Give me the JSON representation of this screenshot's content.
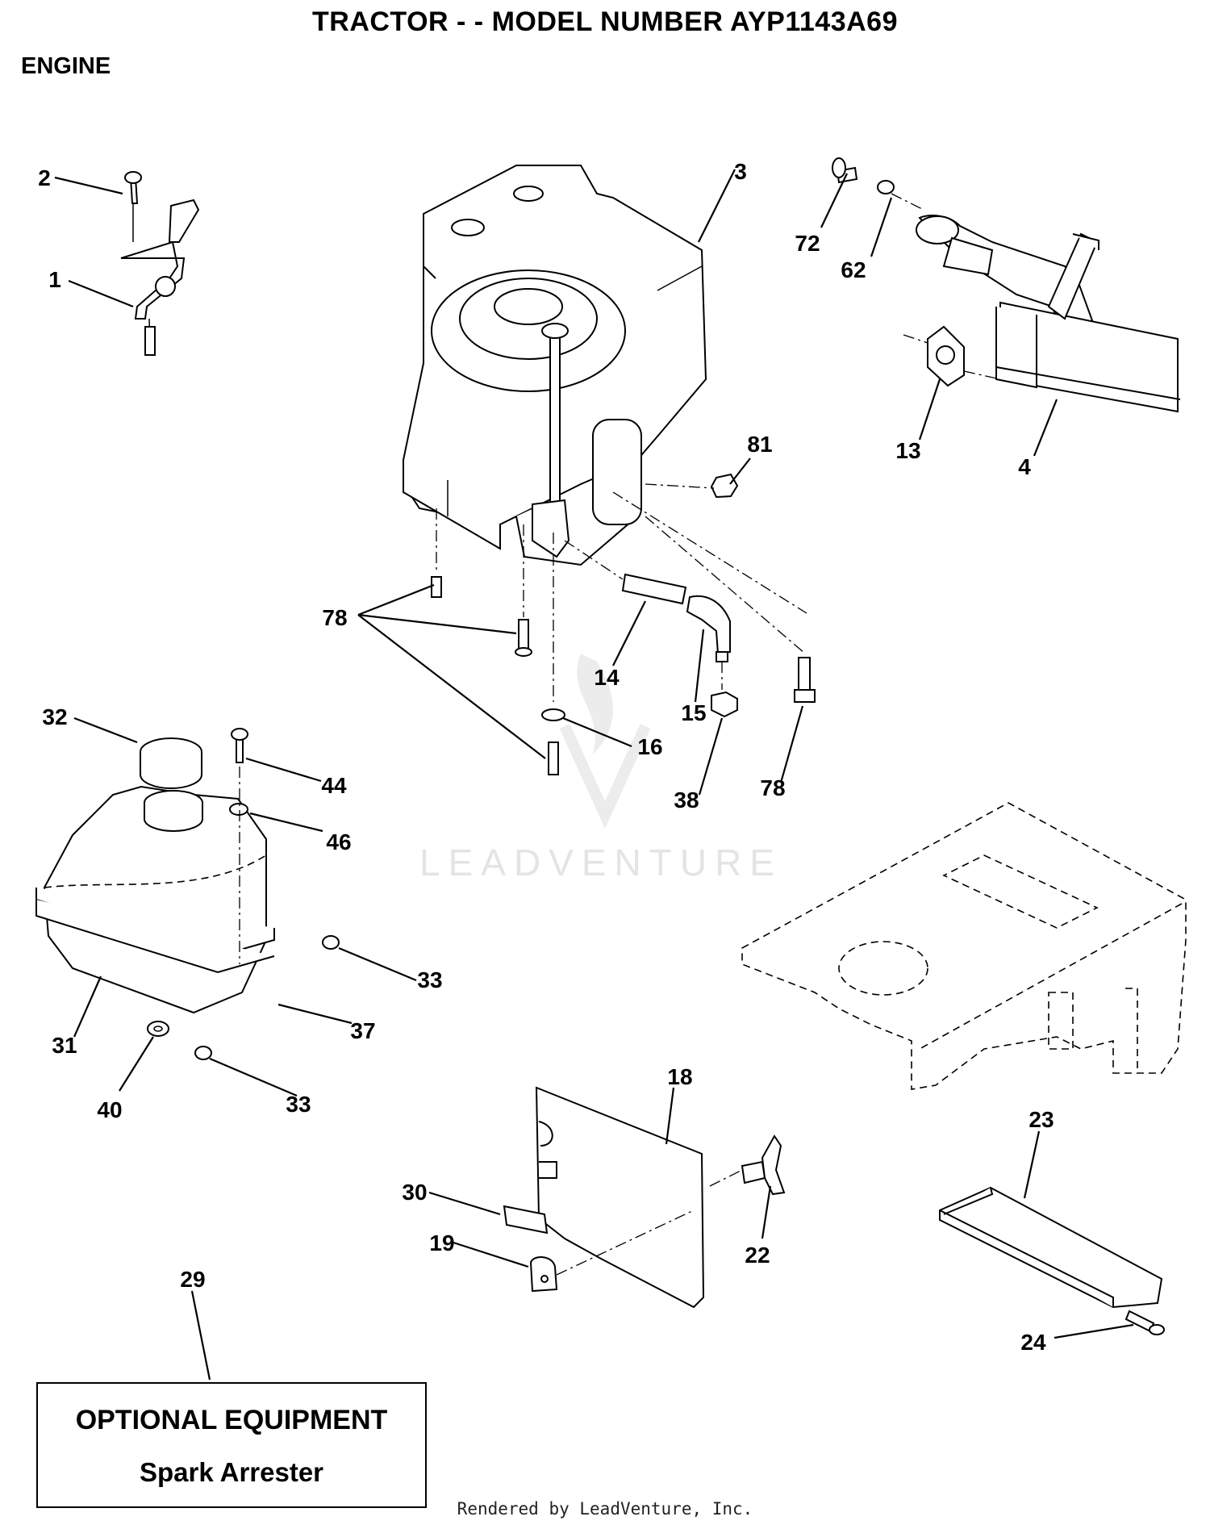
{
  "header": {
    "title": "TRACTOR - - MODEL NUMBER AYP1143A69",
    "section": "ENGINE"
  },
  "callouts": {
    "c1": "1",
    "c2": "2",
    "c3": "3",
    "c4": "4",
    "c13": "13",
    "c14": "14",
    "c15": "15",
    "c16": "16",
    "c18": "18",
    "c19": "19",
    "c22": "22",
    "c23": "23",
    "c24": "24",
    "c29": "29",
    "c30": "30",
    "c31": "31",
    "c32": "32",
    "c33a": "33",
    "c33b": "33",
    "c37": "37",
    "c38": "38",
    "c40": "40",
    "c44": "44",
    "c46": "46",
    "c62": "62",
    "c72": "72",
    "c78a": "78",
    "c78b": "78",
    "c81": "81"
  },
  "optional": {
    "title": "OPTIONAL EQUIPMENT",
    "item": "Spark Arrester"
  },
  "watermark": "LEADVENTURE",
  "footer": "Rendered by LeadVenture, Inc."
}
